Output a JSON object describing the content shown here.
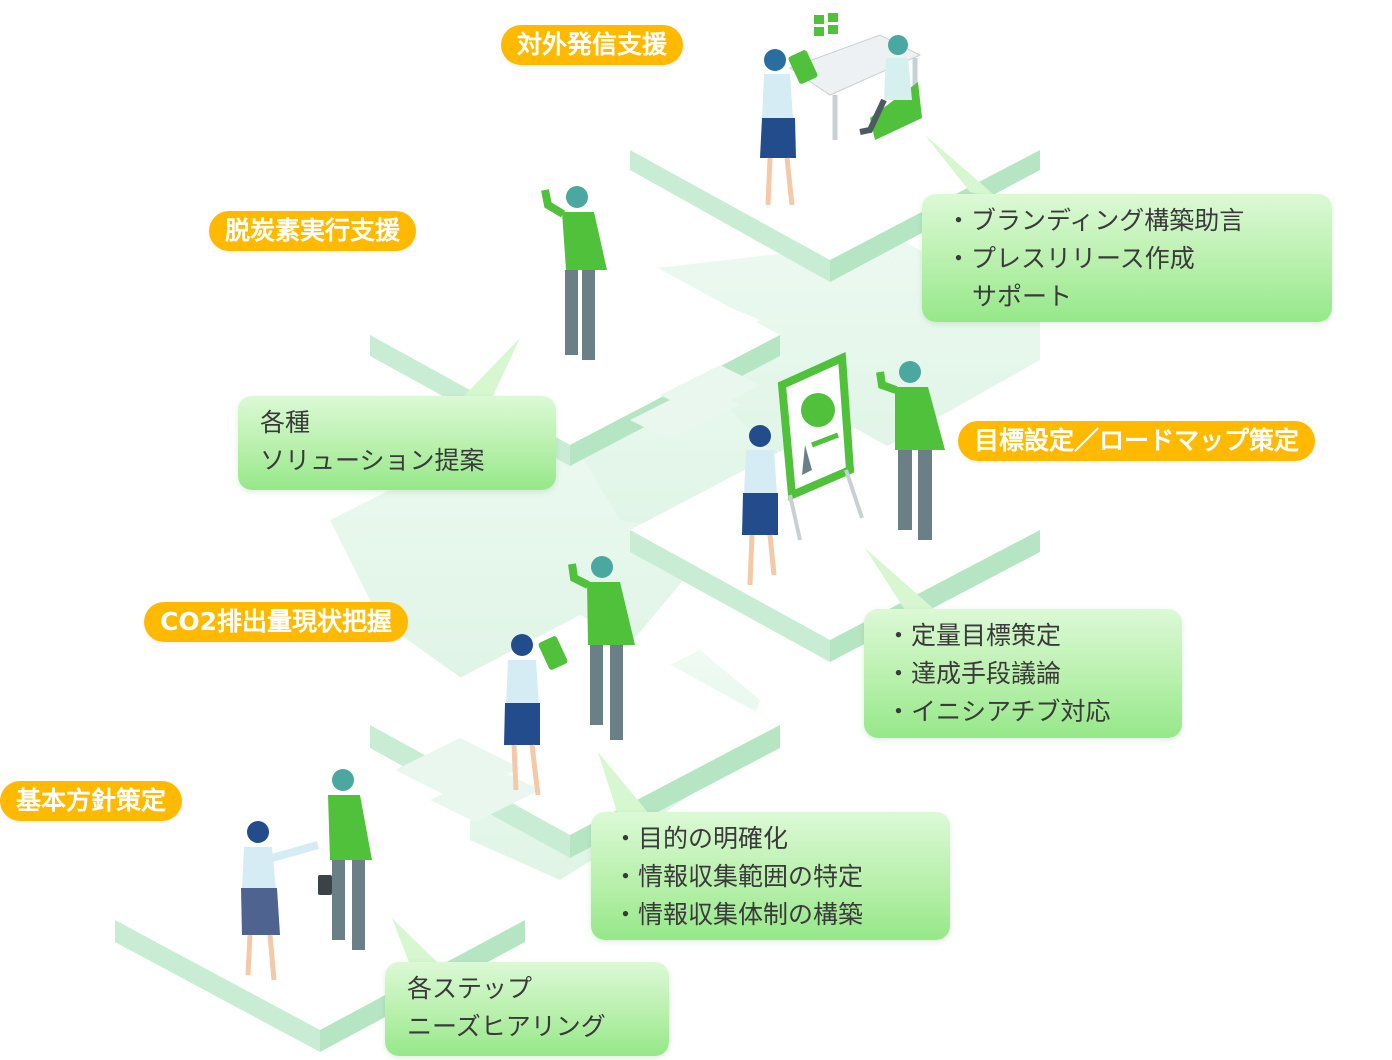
{
  "steps": {
    "taigai": {
      "label": "対外発信支援",
      "bullets": [
        "・ブランディング構築助言",
        "・プレスリリース作成"
      ],
      "continuation": "サポート"
    },
    "datsutanso": {
      "label": "脱炭素実行支援",
      "lines": [
        "各種",
        "ソリューション提案"
      ]
    },
    "mokuhyo": {
      "label": "目標設定／ロードマップ策定",
      "bullets": [
        "・定量目標策定",
        "・達成手段議論",
        "・イニシアチブ対応"
      ]
    },
    "co2": {
      "label": "CO2排出量現状把握",
      "bullets": [
        "・目的の明確化",
        "・情報収集範囲の特定",
        "・情報収集体制の構築"
      ]
    },
    "kihon": {
      "label": "基本方針策定",
      "lines": [
        "各ステップ",
        "ニーズヒアリング"
      ]
    }
  },
  "colors": {
    "label_bg": "#ffba00",
    "bubble_bg": "#b8f0ac",
    "accent_green": "#4fc13b",
    "platform_edge": "#c9edd4",
    "navy": "#234c8c"
  }
}
